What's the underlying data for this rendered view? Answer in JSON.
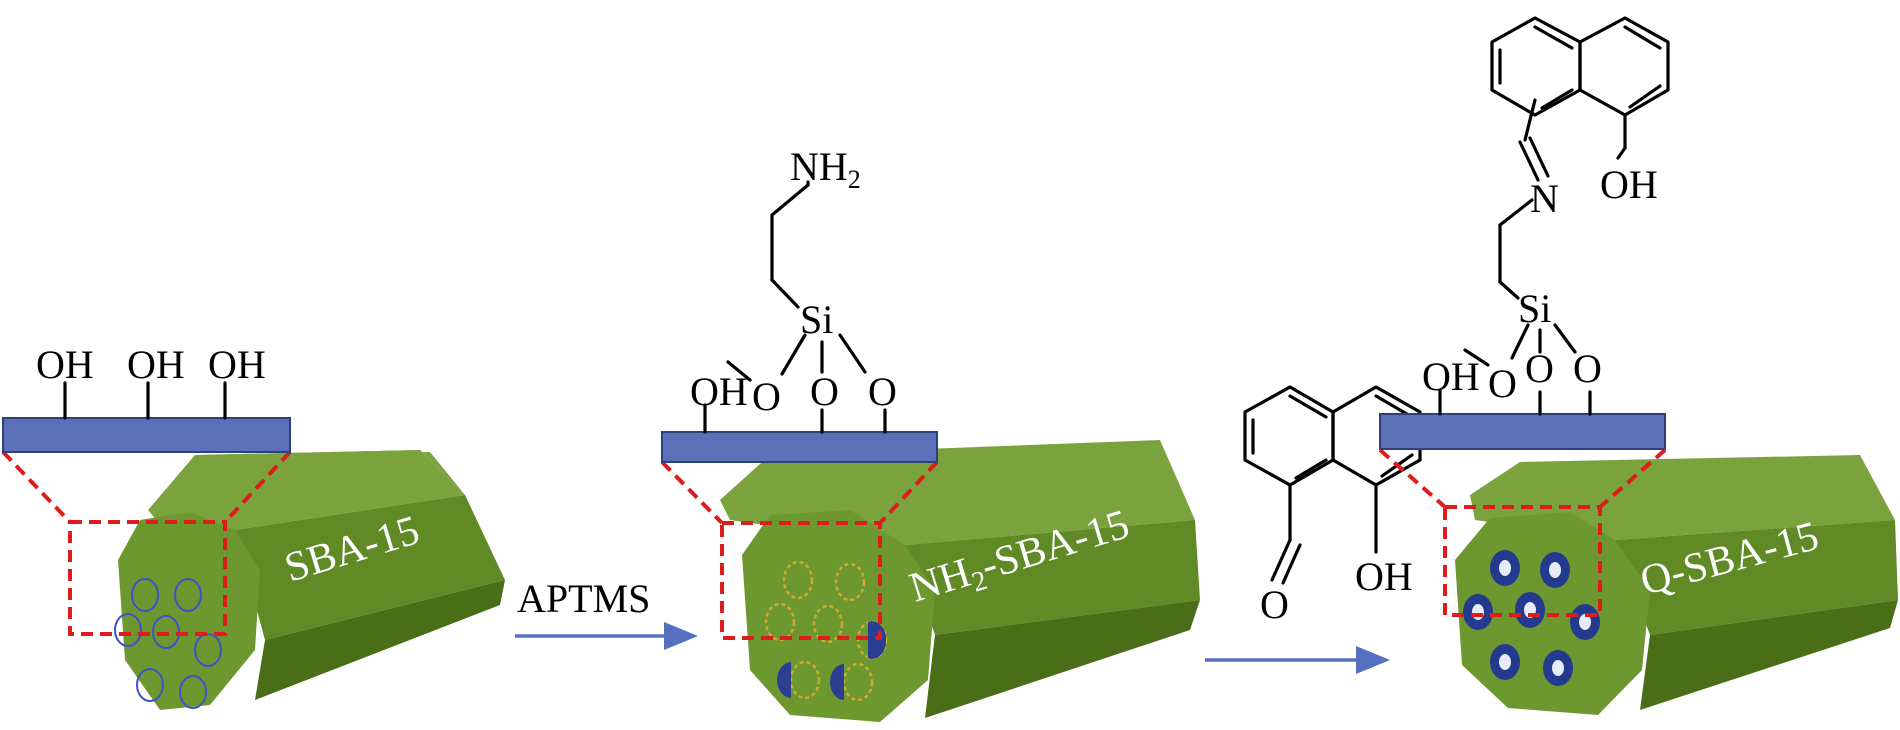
{
  "materials": {
    "sba15": "SBA-15",
    "nh2_sba15_prefix": "NH",
    "nh2_sba15_sub": "2",
    "nh2_sba15_suffix": "-SBA-15",
    "q_sba15": "Q-SBA-15"
  },
  "reagents": {
    "aptms": "APTMS"
  },
  "groups": {
    "oh": "OH",
    "o": "O",
    "si": "Si",
    "n": "N",
    "nh": "NH",
    "nh_sub": "2"
  },
  "colors": {
    "rod_green": "#6d9830",
    "surface_blue": "#5b70b8",
    "zoom_red": "#dd1c1c",
    "arrow_blue": "#5570c0"
  }
}
